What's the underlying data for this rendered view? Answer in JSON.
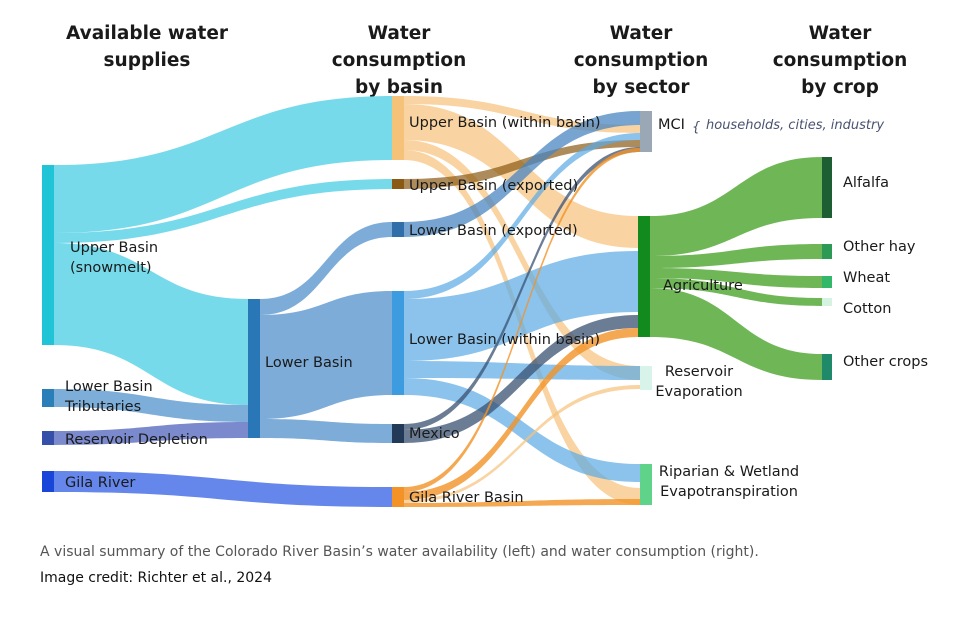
{
  "headers": [
    "Available water\nsupplies",
    "Water consumption\nby basin",
    "Water consumption\nby sector",
    "Water consumption\nby crop"
  ],
  "nodes": [
    {
      "id": "upper_snow",
      "label": "Upper Basin\n(snowmelt)",
      "color": "#21c3d6"
    },
    {
      "id": "lower_trib",
      "label": "Lower Basin\nTributaries",
      "color": "#2a7fb8"
    },
    {
      "id": "res_depl",
      "label": "Reservoir Depletion",
      "color": "#3550a8"
    },
    {
      "id": "gila_river",
      "label": "Gila River",
      "color": "#1746d9"
    },
    {
      "id": "lower_basin",
      "label": "Lower Basin",
      "color": "#2a77b8"
    },
    {
      "id": "ub_within",
      "label": "Upper Basin (within basin)",
      "color": "#f6c27a"
    },
    {
      "id": "ub_exported",
      "label": "Upper Basin (exported)",
      "color": "#8a5a14"
    },
    {
      "id": "lb_exported",
      "label": "Lower Basin (exported)",
      "color": "#2f6ea8"
    },
    {
      "id": "lb_within",
      "label": "Lower Basin (within basin)",
      "color": "#3d9be0"
    },
    {
      "id": "mexico",
      "label": "Mexico",
      "color": "#223a58"
    },
    {
      "id": "gila_basin",
      "label": "Gila River Basin",
      "color": "#f39227"
    },
    {
      "id": "mci",
      "label": "MCI",
      "note": "households, cities, industry",
      "color": "#9aa7b4"
    },
    {
      "id": "agriculture",
      "label": "Agriculture",
      "color": "#138a1d"
    },
    {
      "id": "reservoir_evap",
      "label": "Reservoir\nEvaporation",
      "color": "#d8f3ea"
    },
    {
      "id": "riparian",
      "label": "Riparian & Wetland\nEvapotranspiration",
      "color": "#5fd38a"
    },
    {
      "id": "alfalfa",
      "label": "Alfalfa",
      "color": "#1e5e33"
    },
    {
      "id": "other_hay",
      "label": "Other hay",
      "color": "#2c9a55"
    },
    {
      "id": "wheat",
      "label": "Wheat",
      "color": "#33b86a"
    },
    {
      "id": "cotton",
      "label": "Cotton",
      "color": "#d6f2e0"
    },
    {
      "id": "other_crops",
      "label": "Other crops",
      "color": "#1e8a6a"
    }
  ],
  "caption": "A visual summary of the Colorado River Basin’s water availability (left) and water consumption (right).",
  "credit": "Image credit: Richter et al., 2024"
}
